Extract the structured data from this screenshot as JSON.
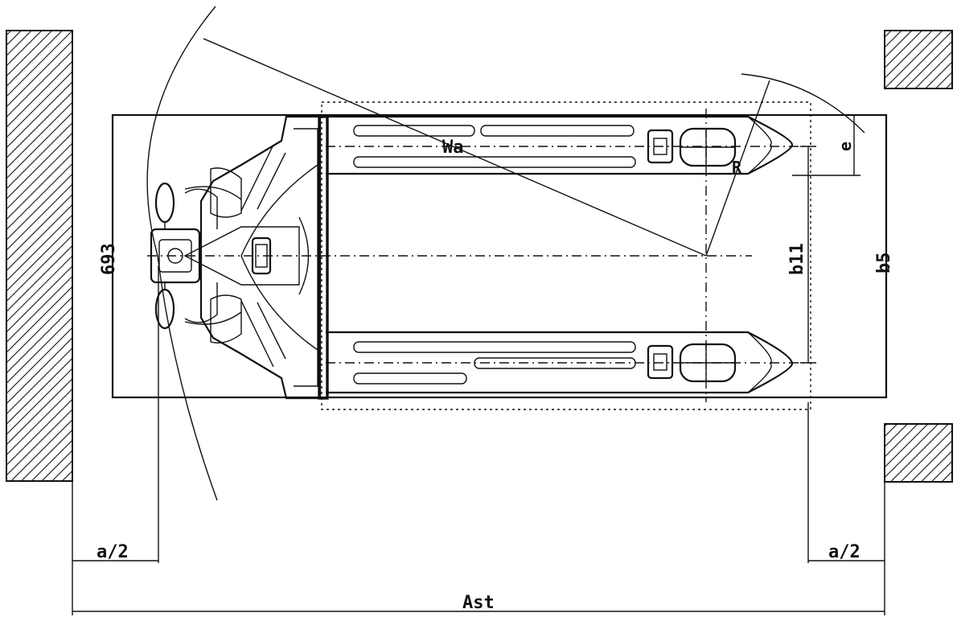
{
  "diagram": {
    "labels": {
      "wa": "Wa",
      "r": "R",
      "e": "e",
      "b11": "b11",
      "b5": "b5",
      "width_693": "693",
      "a_half_left": "a/2",
      "a_half_right": "a/2",
      "ast": "Ast"
    },
    "colors": {
      "line": "#111111",
      "hatch": "#111111",
      "background": "#ffffff"
    }
  }
}
